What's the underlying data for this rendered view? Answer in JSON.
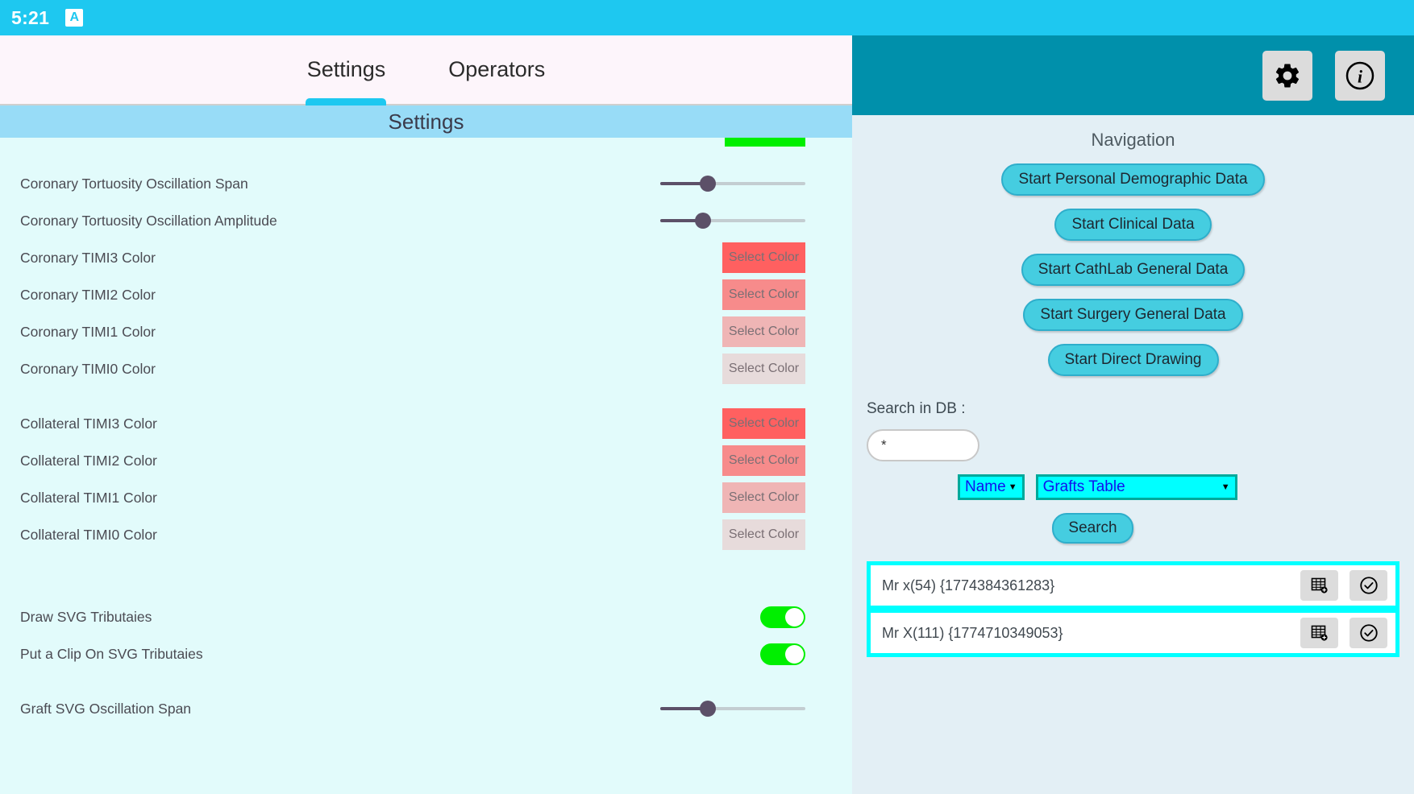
{
  "statusbar": {
    "time": "5:21",
    "app_icon": "letter-a-icon"
  },
  "tabs": [
    {
      "label": "Settings",
      "active": true
    },
    {
      "label": "Operators",
      "active": false
    }
  ],
  "section": {
    "title": "Settings"
  },
  "settings": {
    "rows": [
      {
        "label": "Coronary Tortuosity Oscillation Span",
        "control": "slider",
        "fill_pct": 34
      },
      {
        "label": "Coronary Tortuosity Oscillation Amplitude",
        "control": "slider",
        "fill_pct": 31
      },
      {
        "label": "Coronary TIMI3 Color",
        "control": "color",
        "button_label": "Select Color",
        "color": "#ff6060",
        "opacity": 1.0
      },
      {
        "label": "Coronary TIMI2 Color",
        "control": "color",
        "button_label": "Select Color",
        "color": "#ff6060",
        "opacity": 0.72
      },
      {
        "label": "Coronary TIMI1 Color",
        "control": "color",
        "button_label": "Select Color",
        "color": "#ff6060",
        "opacity": 0.45
      },
      {
        "label": "Coronary TIMI0 Color",
        "control": "color",
        "button_label": "Select Color",
        "color": "#ff6060",
        "opacity": 0.2
      },
      {
        "label": "Collateral TIMI3 Color",
        "control": "color",
        "button_label": "Select Color",
        "color": "#ff6060",
        "opacity": 1.0
      },
      {
        "label": "Collateral TIMI2 Color",
        "control": "color",
        "button_label": "Select Color",
        "color": "#ff6060",
        "opacity": 0.72
      },
      {
        "label": "Collateral TIMI1 Color",
        "control": "color",
        "button_label": "Select Color",
        "color": "#ff6060",
        "opacity": 0.45
      },
      {
        "label": "Collateral TIMI0 Color",
        "control": "color",
        "button_label": "Select Color",
        "color": "#ff6060",
        "opacity": 0.2
      },
      {
        "label": "Draw SVG Tributaies",
        "control": "toggle",
        "on": true
      },
      {
        "label": "Put a Clip On SVG Tributaies",
        "control": "toggle",
        "on": true
      },
      {
        "label": "Graft SVG Oscillation Span",
        "control": "slider",
        "fill_pct": 34
      }
    ],
    "accent_green": "#00ef00"
  },
  "right": {
    "header_icons": [
      {
        "name": "gear-icon",
        "glyph": "⚙"
      },
      {
        "name": "info-icon",
        "glyph": "ⓘ"
      }
    ],
    "navigation": {
      "title": "Navigation",
      "buttons": [
        "Start Personal Demographic Data",
        "Start Clinical Data",
        "Start CathLab General Data",
        "Start Surgery General Data",
        "Start Direct Drawing"
      ]
    },
    "search": {
      "label": "Search in DB :",
      "input_value": "*",
      "input_placeholder": "",
      "field_select": "Name",
      "table_select": "Grafts Table",
      "button_label": "Search"
    },
    "results": [
      {
        "name": "Mr x(54) {1774384361283}",
        "actions": [
          "table-icon",
          "check-circle-icon"
        ]
      },
      {
        "name": "Mr X(111) {1774710349053}",
        "actions": [
          "table-icon",
          "check-circle-icon"
        ]
      }
    ]
  },
  "colors": {
    "status_bar": "#1ec8f0",
    "tab_bar": "#fdf5fb",
    "section_title_bar": "#98dcf7",
    "settings_bg": "#e2fbfb",
    "right_header": "#0090ab",
    "right_bg": "#e3eff5",
    "nav_button": "#45cde0",
    "select_cyan": "#00ffff",
    "toggle_on": "#00ef00"
  }
}
